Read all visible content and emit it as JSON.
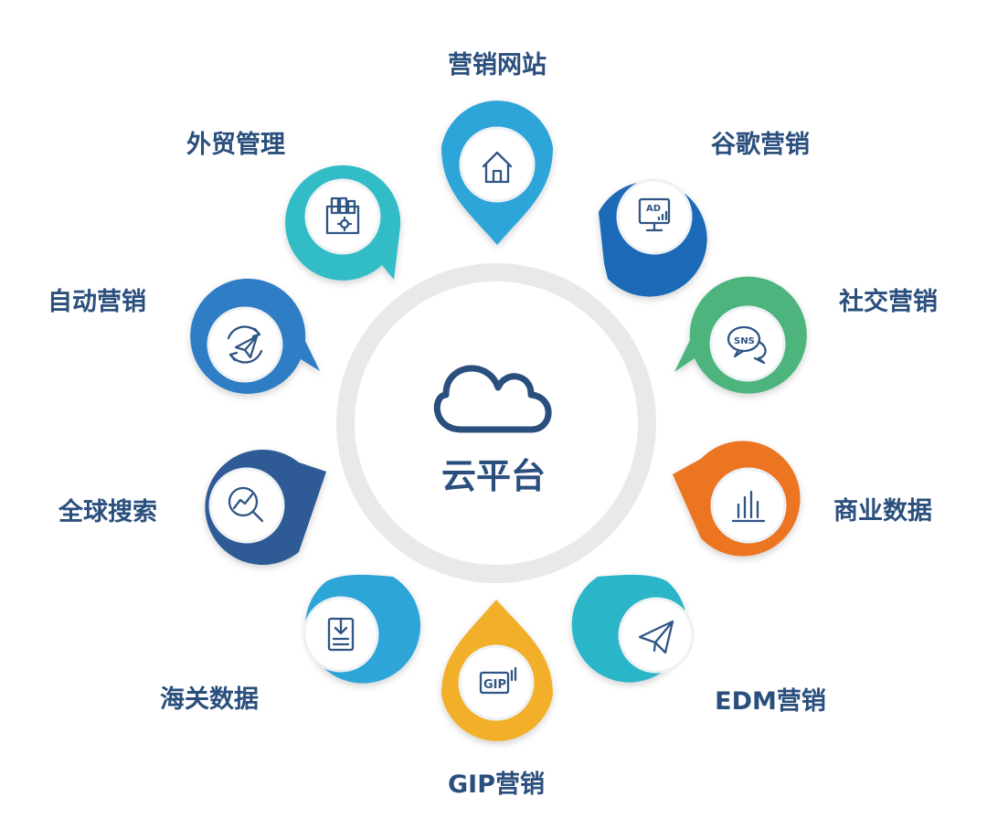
{
  "center": {
    "label": "云平台",
    "icon": "cloud-icon"
  },
  "nodes": [
    {
      "label": "营销网站",
      "icon": "house-icon",
      "color": "#2fa5d8"
    },
    {
      "label": "谷歌营销",
      "icon": "ad-monitor-icon",
      "color": "#1c6bb7"
    },
    {
      "label": "社交营销",
      "icon": "sns-chat-icon",
      "color": "#4eb47e"
    },
    {
      "label": "商业数据",
      "icon": "bar-chart-icon",
      "color": "#ec7424"
    },
    {
      "label": "EDM营销",
      "icon": "paper-plane-icon",
      "color": "#29b5c9"
    },
    {
      "label": "GIP营销",
      "icon": "gip-icon",
      "color": "#f2b02a"
    },
    {
      "label": "海关数据",
      "icon": "download-document-icon",
      "color": "#2fa5d8"
    },
    {
      "label": "全球搜索",
      "icon": "search-trend-icon",
      "color": "#2e5a96"
    },
    {
      "label": "自动营销",
      "icon": "cycle-plane-icon",
      "color": "#2d7dc5"
    },
    {
      "label": "外贸管理",
      "icon": "binders-gear-icon",
      "color": "#30bcc6"
    }
  ]
}
